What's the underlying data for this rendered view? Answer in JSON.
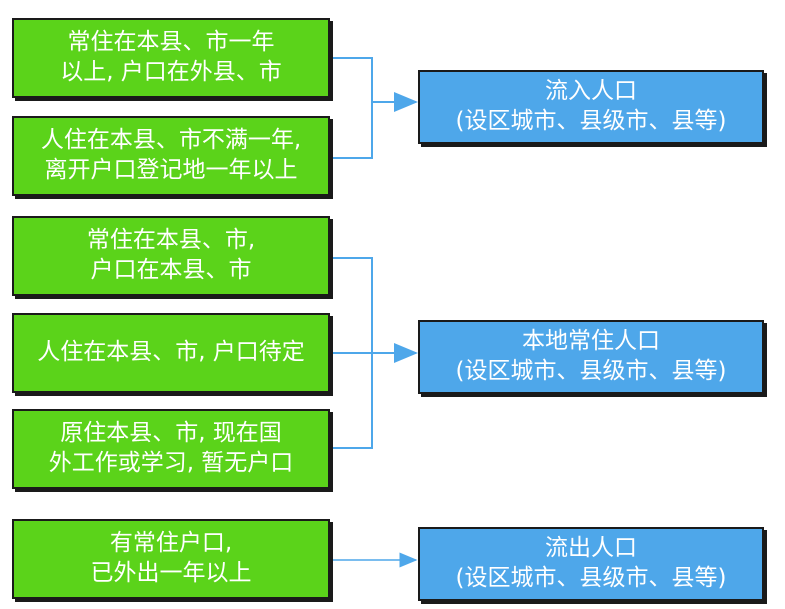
{
  "sources": [
    {
      "line1": "常住在本县、市一年",
      "line2": "以上, 户口在外县、市"
    },
    {
      "line1": "人住在本县、市不满一年,",
      "line2": "离开户口登记地一年以上"
    },
    {
      "line1": "常住在本县、市,",
      "line2": "户口在本县、市"
    },
    {
      "line1": "人住在本县、市, 户口待定",
      "line2": ""
    },
    {
      "line1": "原住本县、市, 现在国",
      "line2": "外工作或学习, 暂无户口"
    },
    {
      "line1": "有常住户口,",
      "line2": "已外出一年以上"
    }
  ],
  "targets": [
    {
      "line1": "流入人口",
      "line2": "(设区城市、县级市、县等)"
    },
    {
      "line1": "本地常住人口",
      "line2": "(设区城市、县级市、县等)"
    },
    {
      "line1": "流出人口",
      "line2": "(设区城市、县级市、县等)"
    }
  ],
  "colors": {
    "source_fill": "#5bd31a",
    "target_fill": "#4ea7ea",
    "connector": "#4ea7ea"
  }
}
